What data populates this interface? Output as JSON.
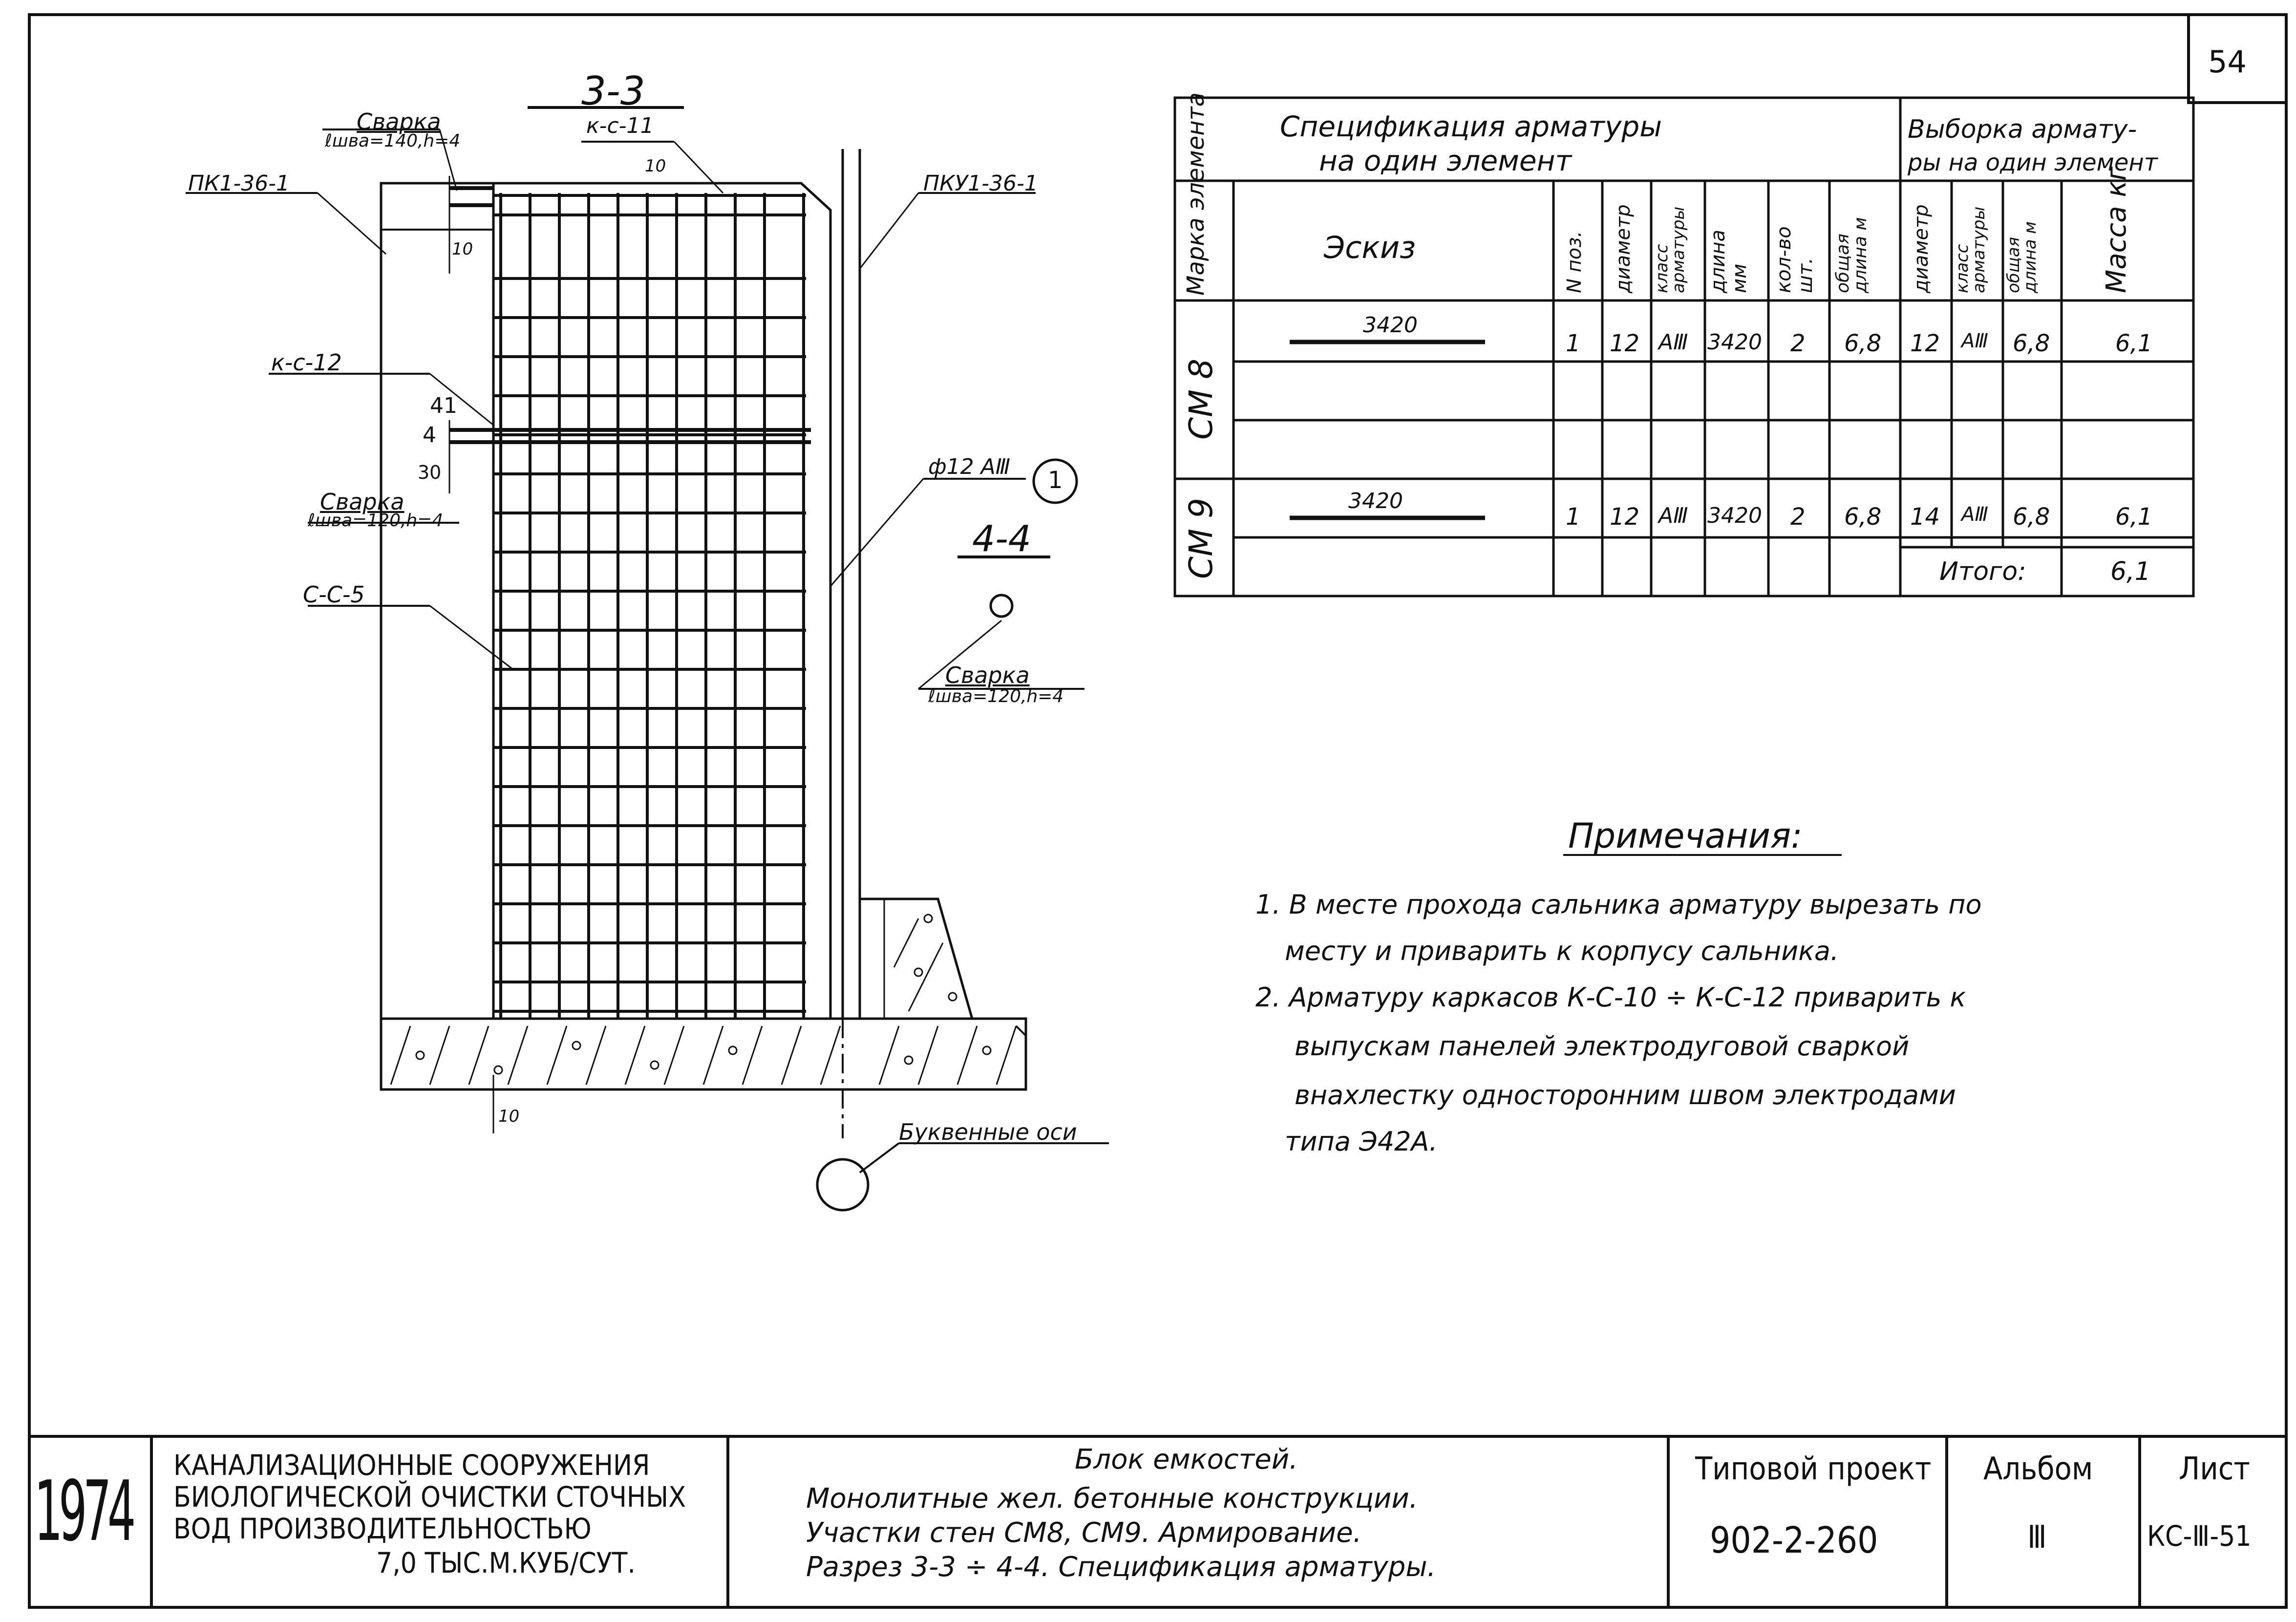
{
  "sheet_number_corner": "54",
  "drawing": {
    "section_33": "3-3",
    "section_44": "4-4",
    "welding_label": "Сварка",
    "weld_top_params": "ℓшва=140,h=4",
    "weld_mid_params": "ℓшва=120,h=4",
    "weld_right_params": "ℓшва=120,h=4",
    "panel_left": "ПК1-36-1",
    "panel_right": "ПКУ1-36-1",
    "frame_kc11": "к-с-11",
    "frame_kc12": "к-с-12",
    "mesh_cc5": "С-С-5",
    "rebar_label": "ф12 АⅢ",
    "rebar_pos": "1",
    "dim_10_top": "10",
    "dim_10_left": "10",
    "dim_41": "41",
    "dim_4": "4",
    "dim_30": "30",
    "dim_10_bottom": "10",
    "letter_axes": "Буквенные оси"
  },
  "spec_table": {
    "header_spec": "Спецификация арматуры",
    "header_spec2": "на один элемент",
    "header_select": "Выборка армату-",
    "header_select2": "ры на один элемент",
    "col_mark": "Марка элемента",
    "col_sketch": "Эскиз",
    "col_pos": "N поз.",
    "col_diam": "диаметр",
    "col_class": "класс арматуры",
    "col_len": "длина мм",
    "col_qty": "кол-во шт.",
    "col_total_len": "общая длина м",
    "col_diam2": "диаметр",
    "col_class2": "класс арматуры",
    "col_total_len2": "общая длина м",
    "col_mass": "Масса кг",
    "rows": [
      {
        "mark": "СМ 8",
        "sketch": "3420",
        "pos": "1",
        "diam": "12",
        "class": "АⅢ",
        "len": "3420",
        "qty": "2",
        "total": "6,8",
        "d2": "12",
        "c2": "АⅢ",
        "t2": "6,8",
        "mass": "6,1"
      },
      {
        "mark": "СМ 9",
        "sketch": "3420",
        "pos": "1",
        "diam": "12",
        "class": "АⅢ",
        "len": "3420",
        "qty": "2",
        "total": "6,8",
        "d2": "14",
        "c2": "АⅢ",
        "t2": "6,8",
        "mass": "6,1"
      }
    ],
    "total_label": "Итого:",
    "total_value": "6,1"
  },
  "notes": {
    "title": "Примечания:",
    "n1_a": "1.  В месте прохода сальника арматуру вырезать по",
    "n1_b": "месту и приварить к корпусу сальника.",
    "n2_a": "2.  Арматуру каркасов К-С-10 ÷ К-С-12 приварить к",
    "n2_b": "выпускам панелей электродуговой сваркой",
    "n2_c": "внахлестку односторонним швом электродами",
    "n2_d": "типа Э42А."
  },
  "title_block": {
    "year": "1974",
    "org_1": "КАНАЛИЗАЦИОННЫЕ  СООРУЖЕНИЯ",
    "org_2": "БИОЛОГИЧЕСКОЙ ОЧИСТКИ СТОЧНЫХ",
    "org_3": "ВОД  ПРОИЗВОДИТЕЛЬНОСТЬЮ",
    "org_4": "7,0 ТЫС.М.КУБ/СУТ.",
    "desc_1": "Блок емкостей.",
    "desc_2": "Монолитные жел. бетонные конструкции.",
    "desc_3": "Участки стен СМ8, СМ9. Армирование.",
    "desc_4": "Разрез 3-3 ÷ 4-4. Спецификация арматуры.",
    "project_label": "Типовой проект",
    "project_num": "902-2-260",
    "album_label": "Альбом",
    "album_num": "Ⅲ",
    "sheet_label": "Лист",
    "sheet_num": "КС-Ⅲ-51"
  }
}
